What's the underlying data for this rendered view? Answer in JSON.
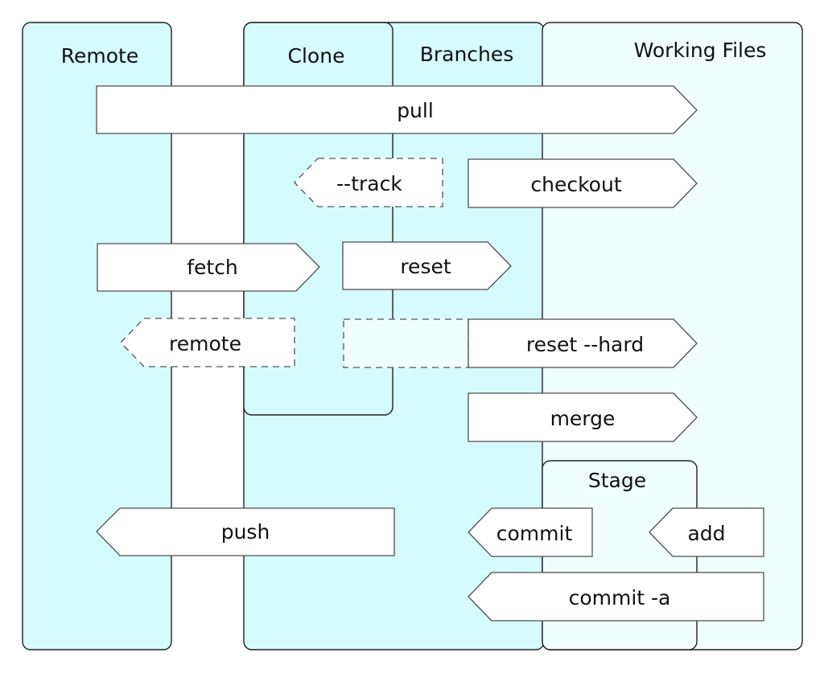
{
  "columns": {
    "remote": "Remote",
    "clone": "Clone",
    "branches": "Branches",
    "working_files": "Working Files",
    "stage": "Stage"
  },
  "arrows": {
    "pull": "pull",
    "track": "--track",
    "checkout": "checkout",
    "fetch": "fetch",
    "reset": "reset",
    "remote": "remote",
    "reset_hard": "reset --hard",
    "merge": "merge",
    "push": "push",
    "commit": "commit",
    "add": "add",
    "commit_a": "commit -a"
  },
  "colors": {
    "lane_fill": "#d6fbfd",
    "working_fill": "#f1fefe",
    "arrow_fill": "#ffffff",
    "stroke": "#4d4d4d"
  }
}
